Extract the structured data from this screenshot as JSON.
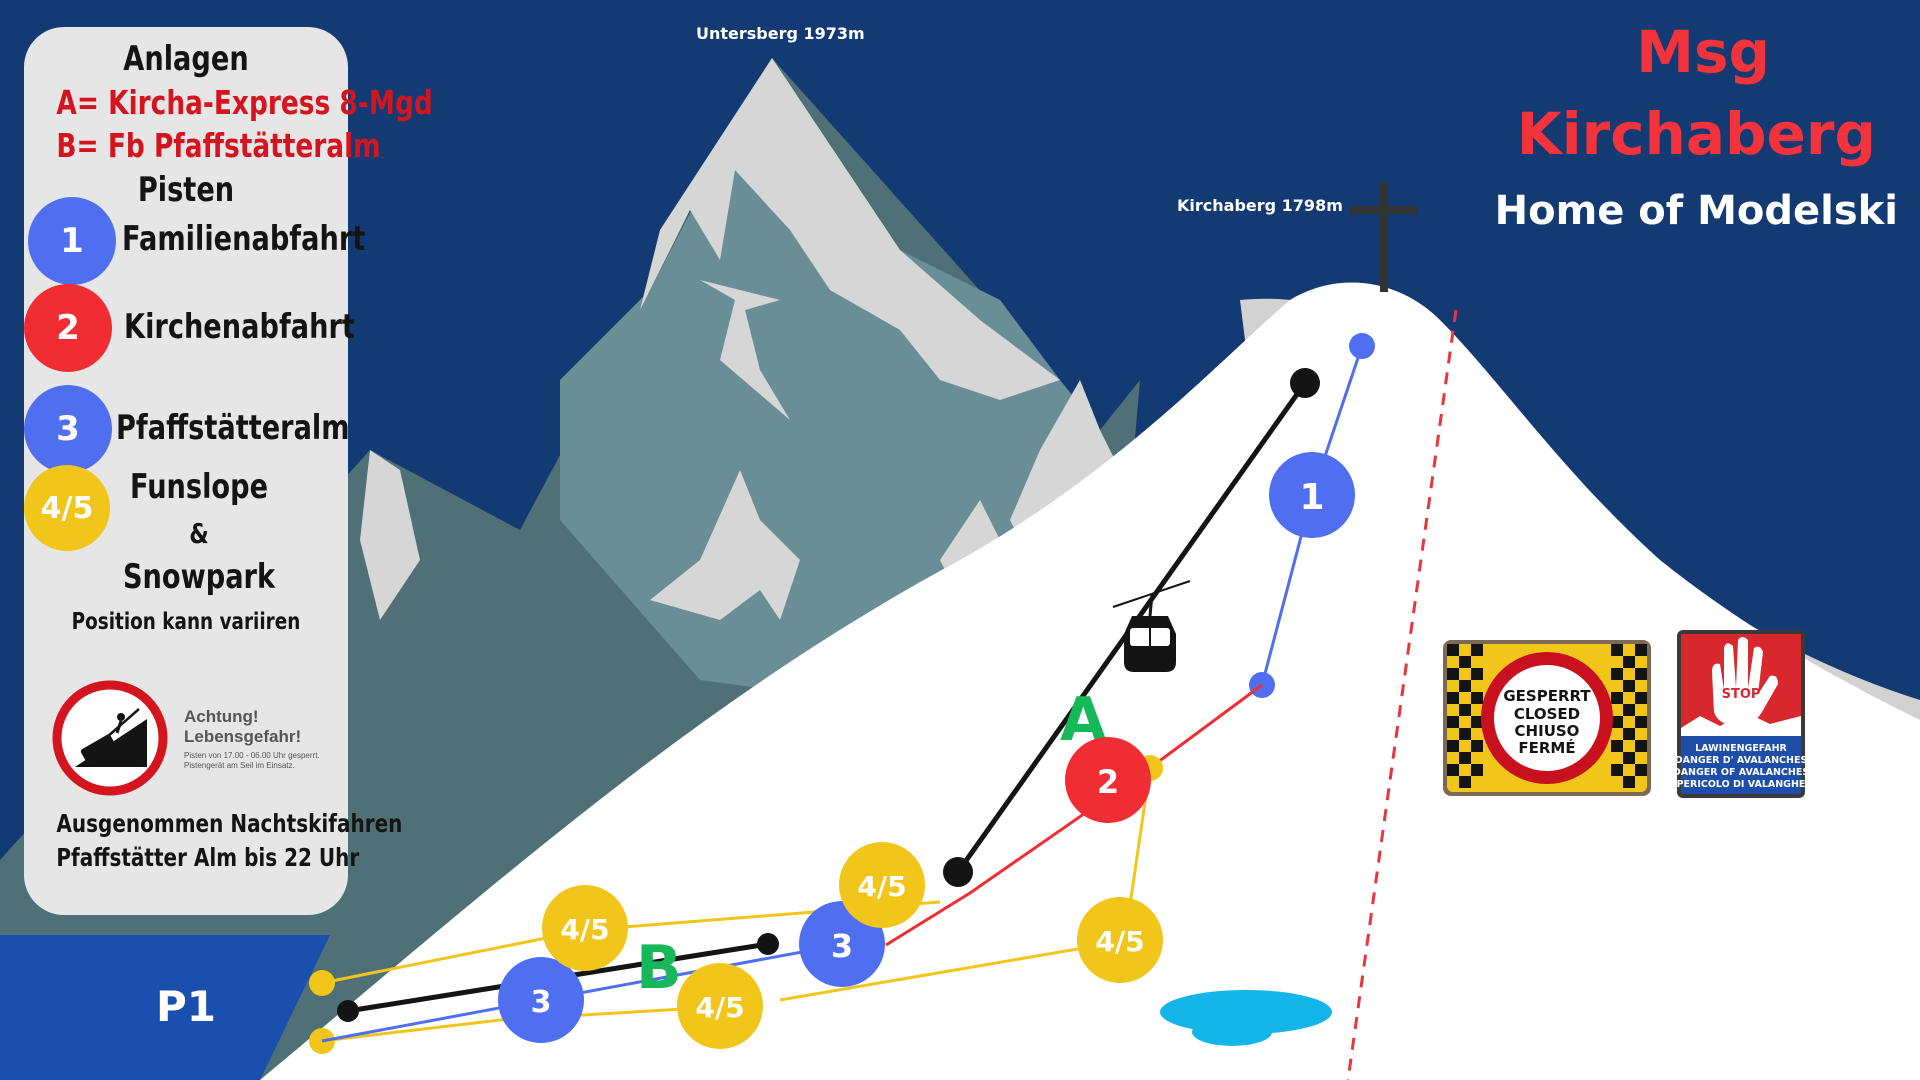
{
  "legend": {
    "title": "Anlagen",
    "lift_a": "A= Kircha-Express 8-Mgd",
    "lift_b": "B= Fb Pfaffstätteralm",
    "pisten_title": "Pisten",
    "pisten": [
      {
        "number": "1",
        "name": "Familienabfahrt",
        "color": "#4f6ef0"
      },
      {
        "number": "2",
        "name": "Kirchenabfahrt",
        "color": "#f02d32"
      },
      {
        "number": "3",
        "name": "Pfaffstätteralm",
        "color": "#4f6ef0"
      },
      {
        "number": "4/5",
        "name": "Funslope",
        "color": "#f2c51a"
      }
    ],
    "amp": "&",
    "snowpark": "Snowpark",
    "position_note": "Position kann variiren",
    "warning_title_1": "Achtung!",
    "warning_title_2": "Lebensgefahr!",
    "warning_small_1": "Pisten von 17.00 - 06.00 Uhr gesperrt.",
    "warning_small_2": "Pistengerät am Seil im Einsatz.",
    "night_1": "Ausgenommen Nachtskifahren",
    "night_2": "Pfaffstätter Alm bis 22 Uhr"
  },
  "brand": {
    "line1": "Msg",
    "line2": "Kirchaberg",
    "line3": "Home of Modelski"
  },
  "peaks": {
    "untersberg": "Untersberg 1973m",
    "kirchaberg": "Kirchaberg 1798m"
  },
  "parking": "P1",
  "lifts": {
    "a": "A",
    "b": "B"
  },
  "map_badges": {
    "p1": "1",
    "p2": "2",
    "p3a": "3",
    "p3b": "3",
    "p45a": "4/5",
    "p45b": "4/5",
    "p45c": "4/5",
    "p45d": "4/5"
  },
  "signs": {
    "closed": [
      "GESPERRT",
      "CLOSED",
      "CHIUSO",
      "FERMÉ"
    ],
    "avalanche_stop": "STOP",
    "avalanche": [
      "LAWINENGEFAHR",
      "DANGER D' AVALANCHES",
      "DANGER OF AVALANCHES",
      "PERICOLO DI VALANGHE"
    ]
  },
  "colors": {
    "sky": "#133a73",
    "piste_blue": "#4f6ef0",
    "piste_red": "#f02d32",
    "piste_yellow": "#f2c51a",
    "lift": "#141414",
    "lift_label": "#16b85a"
  }
}
